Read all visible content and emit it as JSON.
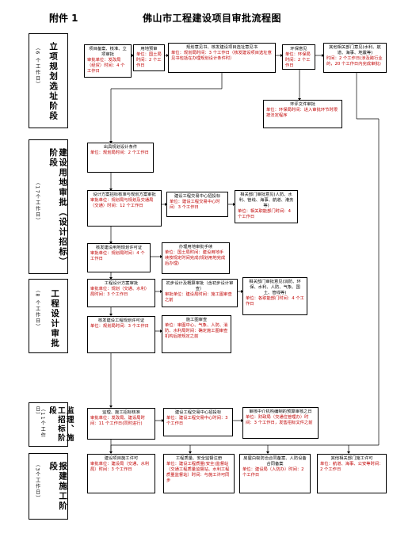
{
  "header": {
    "attachment": "附件 1",
    "title": "佛山市工程建设项目审批流程图"
  },
  "phases": [
    {
      "name": "立项规划选址阶段",
      "days": "（6 个工作日）"
    },
    {
      "name": "建设用地审批（设计招标）阶段",
      "days": "（17个工作日）"
    },
    {
      "name": "工程设计审批",
      "days": "（8 个工作日）"
    },
    {
      "name": "监理、施工招标阶段",
      "days": "（11个工作日）"
    },
    {
      "name": "报建施工阶段",
      "days": "（3个工作日）"
    }
  ],
  "boxes": {
    "b1": {
      "title": "项目备案、核准、立项审批",
      "detail": "审批单位：发改局（经贸）时间：4 个工作日"
    },
    "b2": {
      "title": "用地预审",
      "detail": "单位：国土局时间：2 个工作日"
    },
    "b3": {
      "title": "规划意见书、核发建设项目选址意见书",
      "detail": "单位：规划局时间：3 个工作日（核发建设项目选址意见书包括在办理规划设计条件时）"
    },
    "b4": {
      "title": "环保意见",
      "detail": "单位：环保局时间：2 个工作日"
    },
    "b5": {
      "title": "其他相关部门意见(水利、航道、海事、地震等)",
      "detail": "时间：2 个工作日(涉及跨行业的，20 个工作日内完成审批)"
    },
    "b6": {
      "title": "环评文件审批",
      "detail": "单位：环保局时间：进入审批环节时限按法定程序"
    },
    "b7": {
      "title": "出具规划设计条件",
      "detail": "单位：规划局时间：2 个工作日"
    },
    "b8": {
      "title": "设计方案招标核准与规划方案审批",
      "detail": "审批单位：规划局与规划及交通局（交通）时间：12 个工作日"
    },
    "b9": {
      "title": "建设工程交易中心招投标",
      "detail": "单位：建设工程交易中心时间：3 个工作日"
    },
    "b10": {
      "title": "相关部门审批意见(人防、水利、管线、海事、航道、港务等)",
      "detail": "单位：相关职能部门时间：4 个工作日"
    },
    "b11": {
      "title": "核发建设用地规划许可证",
      "detail": "审批单位：规划局时间：4 个工作日"
    },
    "b12": {
      "title": "办理用地审批手续",
      "detail": "单位：国土局时间：建设用地手续按规定时间完成(规划用地完成后办理)"
    },
    "b13": {
      "title": "工程设计方案审批",
      "detail": "审批单位：规划（交通、水利）局时间：3 个工作日"
    },
    "b14": {
      "title": "初步设计及概算审批（含初步设计审查）",
      "detail": "审批单位：建设局时间：施工图审查之前"
    },
    "b15": {
      "title": "相关部门审批意见(消防、环保、水利、人防、气象、国土、管线等)",
      "detail": "单位：各职能部门时间：4 个工作日"
    },
    "b16": {
      "title": "核发建设工程规划许可证",
      "detail": "单位：规划局时间：3 个工作日"
    },
    "b17": {
      "title": "施工图审查",
      "detail": "单位：审图中心、气象、人防、消防、水利局时间：确定施工图审查机构后按规定之前"
    },
    "b18": {
      "title": "监理、施工招标核准",
      "detail": "审批单位：发改局、建设局时间：11 个工作日(同时进行)"
    },
    "b19": {
      "title": "建设工程交易中心招投标",
      "detail": "单位：建设工程交易中心时间：3 个工作日"
    },
    "b20": {
      "title": "审核中介机构编制的预算审核之日",
      "detail": "单位：财政局（交通住管理办）时间：3 个工作日，发售招标文件之前"
    },
    "b21": {
      "title": "建设项目施工许可",
      "detail": "审批单位：建设局（交通、水利局）时间：3 个工作日"
    },
    "b22": {
      "title": "工程质量、安全监督注册",
      "detail": "单位：建设工程质量(安全)监督站（交通工程质量监督站、水利工程质量监督站）时间：与施工许可同步"
    },
    "b23": {
      "title": "房屋白蚁防治合同备案、人防设备合同备案",
      "detail": "单位：建设局（人防办）时间：2 个工作日"
    },
    "b24": {
      "title": "其他相关部门施工许可",
      "detail": "单位：航道、海事、公安等时间：2 个工作日"
    }
  }
}
